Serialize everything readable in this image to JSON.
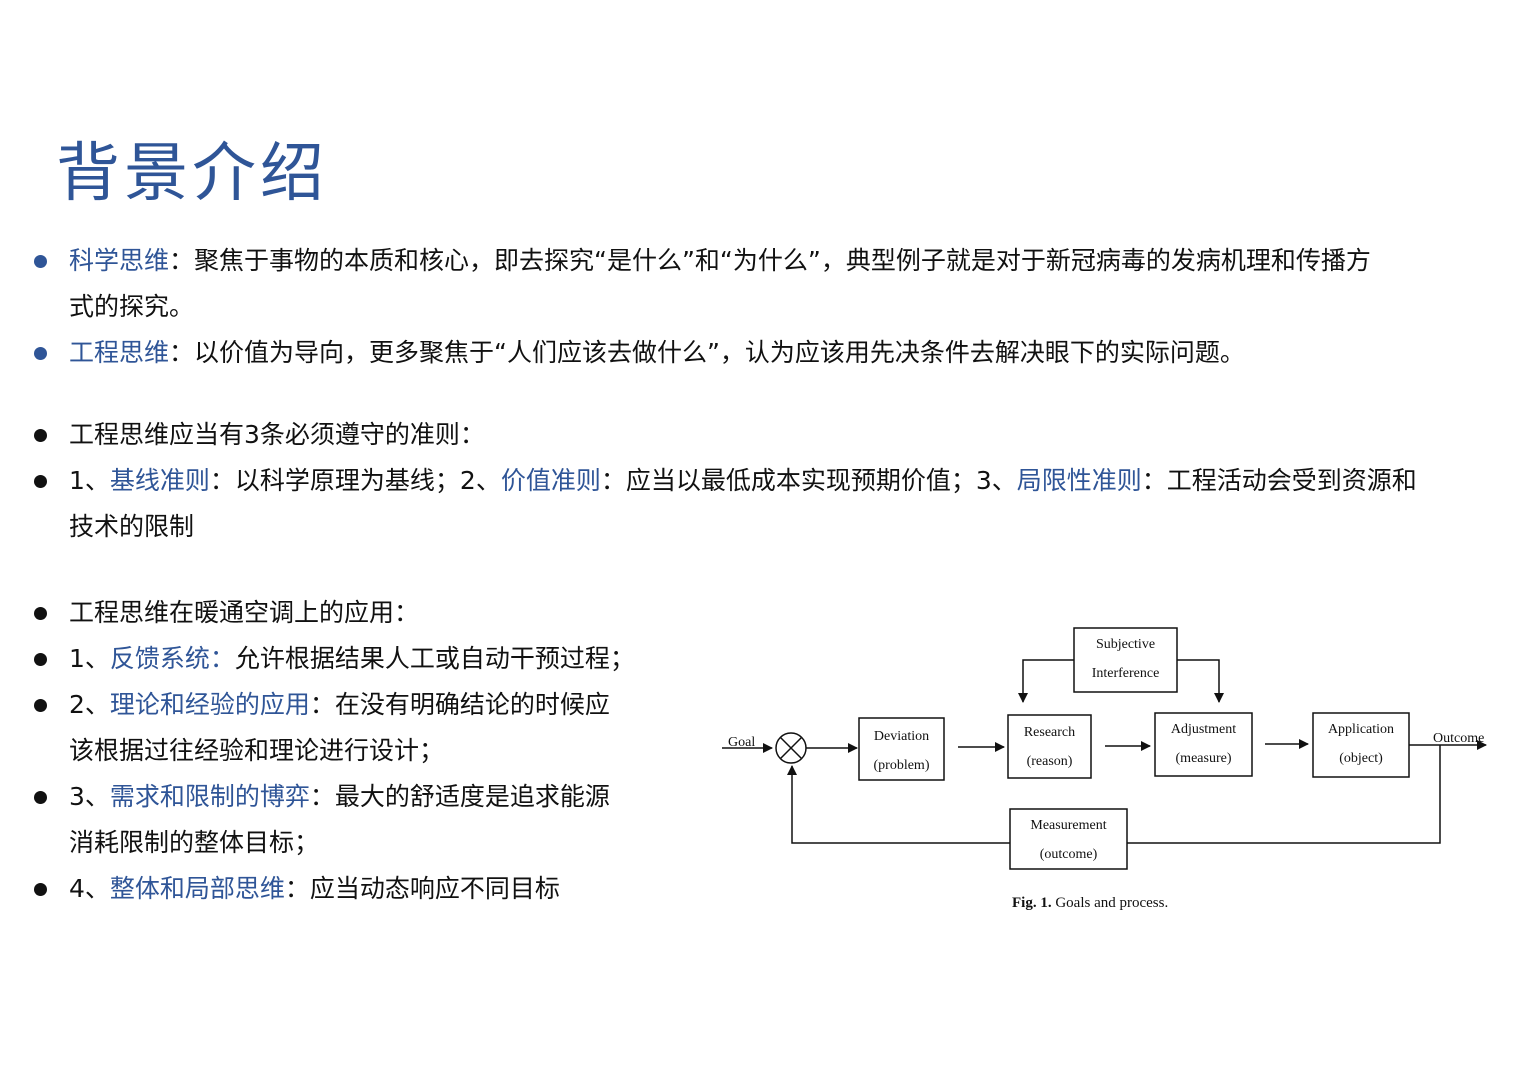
{
  "page": {
    "title": "背景介绍"
  },
  "bullets": {
    "b1": {
      "term": "科学思维",
      "text1": "：聚焦于事物的本质和核心，即去探究“是什么”和“为什么”，典型例子就是对于新冠病毒的发病机理和传播方",
      "text2": "式的探究。"
    },
    "b2": {
      "term": "工程思维",
      "text": "：以价值为导向，更多聚焦于“人们应该去做什么”，认为应该用先决条件去解决眼下的实际问题。"
    },
    "b3": {
      "text": "工程思维应当有3条必须遵守的准则："
    },
    "b4": {
      "p1": "1、",
      "term1": "基线准则",
      "p2": "：以科学原理为基线；2、",
      "term2": "价值准则",
      "p3": "：应当以最低成本实现预期价值；3、",
      "term3": "局限性准则",
      "p4": "：工程活动会受到资源和",
      "line2": "技术的限制"
    },
    "b5": {
      "text": "工程思维在暖通空调上的应用："
    },
    "b6": {
      "num": "1、",
      "term": "反馈系统：",
      "text": "允许根据结果人工或自动干预过程；"
    },
    "b7": {
      "num": "2、",
      "term": "理论和经验的应用",
      "text": "：在没有明确结论的时候应",
      "line2": "该根据过往经验和理论进行设计；"
    },
    "b8": {
      "num": "3、",
      "term": "需求和限制的博弈",
      "text": "：最大的舒适度是追求能源",
      "line2": "消耗限制的整体目标；"
    },
    "b9": {
      "num": "4、",
      "term": "整体和局部思维",
      "text": "：应当动态响应不同目标"
    }
  },
  "diagram": {
    "goal": "Goal",
    "outcome": "Outcome",
    "deviation": [
      "Deviation",
      "(problem)"
    ],
    "research": [
      "Research",
      "(reason)"
    ],
    "adjustment": [
      "Adjustment",
      "(measure)"
    ],
    "application": [
      "Application",
      "(object)"
    ],
    "subjective": [
      "Subjective",
      "Interference"
    ],
    "measurement": [
      "Measurement",
      "(outcome)"
    ],
    "caption_label": "Fig. 1.",
    "caption_text": " Goals and process."
  },
  "colors": {
    "accent": "#2f5597",
    "text": "#111111"
  }
}
